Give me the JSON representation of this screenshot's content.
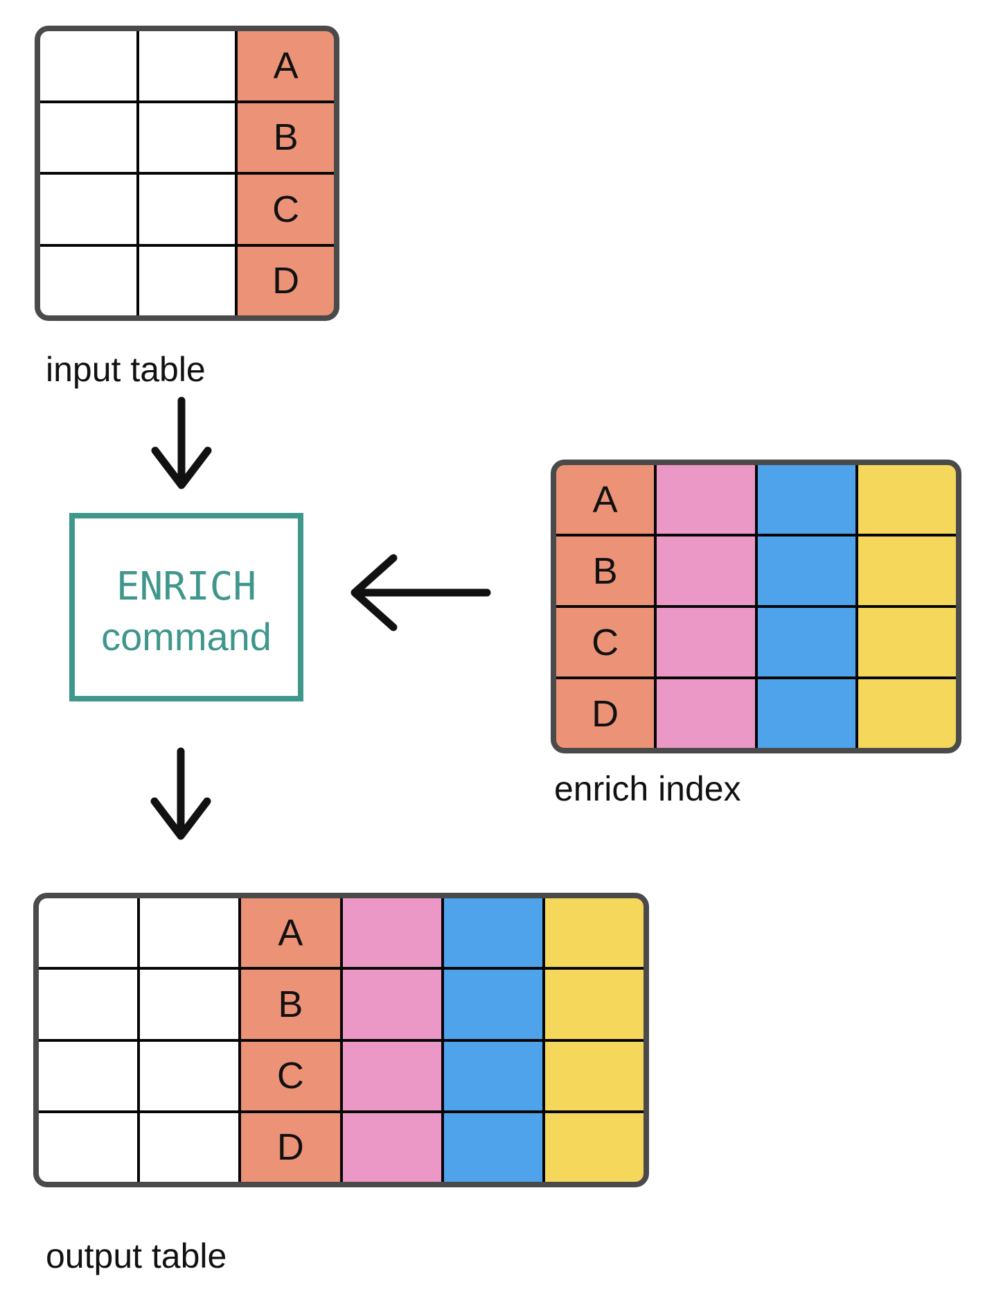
{
  "labels": {
    "input_table": "input table",
    "enrich_index": "enrich index",
    "output_table": "output table"
  },
  "command_box": {
    "line1": "ENRICH",
    "line2": "command"
  },
  "colors": {
    "white": "#FFFFFF",
    "salmon": "#EC9377",
    "pink": "#EC98C7",
    "blue": "#4EA3EA",
    "yellow": "#F5D75C",
    "teal": "#3F968B",
    "table_border": "#4A4A4A",
    "grid_line": "#050505",
    "arrow": "#111111",
    "text": "#111111"
  },
  "tables": {
    "input": {
      "rows": 4,
      "columns": [
        "white",
        "white",
        "salmon"
      ],
      "key_column": 2,
      "keys": [
        "A",
        "B",
        "C",
        "D"
      ]
    },
    "enrich_index": {
      "rows": 4,
      "columns": [
        "salmon",
        "pink",
        "blue",
        "yellow"
      ],
      "key_column": 0,
      "keys": [
        "A",
        "B",
        "C",
        "D"
      ]
    },
    "output": {
      "rows": 4,
      "columns": [
        "white",
        "white",
        "salmon",
        "pink",
        "blue",
        "yellow"
      ],
      "key_column": 2,
      "keys": [
        "A",
        "B",
        "C",
        "D"
      ]
    }
  }
}
